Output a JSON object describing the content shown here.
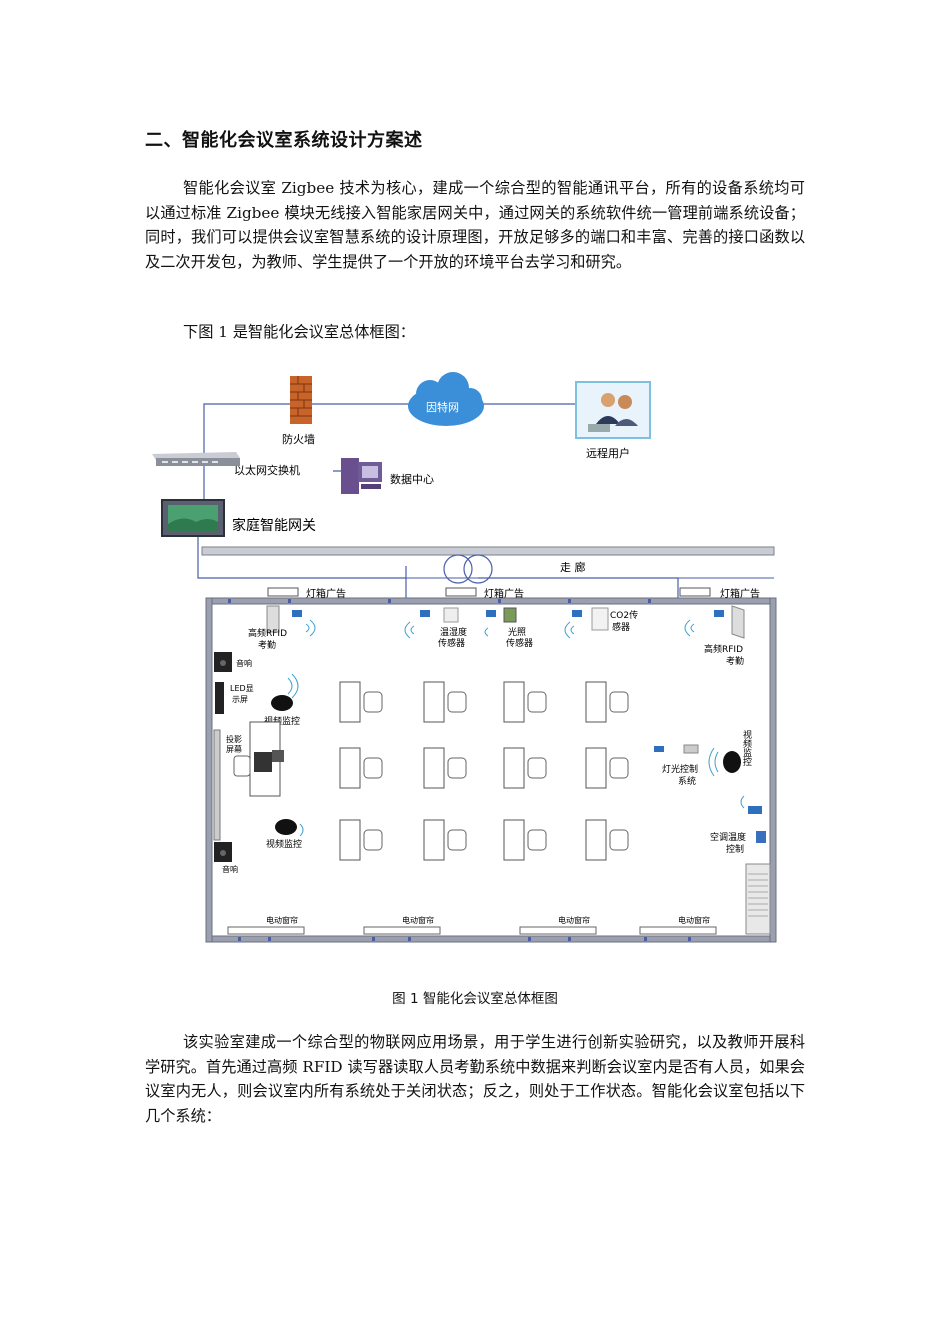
{
  "section": {
    "heading": "二、智能化会议室系统设计方案述"
  },
  "paragraphs": {
    "p1": "智能化会议室 Zigbee 技术为核心，建成一个综合型的智能通讯平台，所有的设备系统均可以通过标准 Zigbee 模块无线接入智能家居网关中，通过网关的系统软件统一管理前端系统设备；同时，我们可以提供会议室智慧系统的设计原理图，开放足够多的端口和丰富、完善的接口函数以及二次开发包，为教师、学生提供了一个开放的环境平台去学习和研究。",
    "p2": "下图 1 是智能化会议室总体框图：",
    "p3": "该实验室建成一个综合型的物联网应用场景，用于学生进行创新实验研究，以及教师开展科学研究。首先通过高频 RFID 读写器读取人员考勤系统中数据来判断会议室内是否有人员，如果会议室内无人，则会议室内所有系统处于关闭状态；反之，则处于工作状态。智能化会议室包括以下几个系统："
  },
  "figure": {
    "caption": "图 1 智能化会议室总体框图",
    "labels": {
      "firewall": "防火墙",
      "internet": "因特网",
      "remote_user": "远程用户",
      "switch": "以太网交换机",
      "data_center": "数据中心",
      "gateway": "家庭智能网关",
      "corridor": "走  廊",
      "lightbox_1": "灯箱广告",
      "lightbox_2": "灯箱广告",
      "lightbox_3": "灯箱广告",
      "rfid_left": "高频RFID",
      "rfid_left_2": "考勤",
      "rfid_right": "高频RFID",
      "rfid_right_2": "考勤",
      "temp_sensor": "温湿度",
      "temp_sensor_2": "传感器",
      "light_sensor": "光照",
      "light_sensor_2": "传感器",
      "co2_sensor": "CO2传",
      "co2_sensor_2": "感器",
      "speaker_top": "音响",
      "speaker_bottom": "音响",
      "led_display": "LED显",
      "led_display_2": "示屏",
      "projector_screen": "投影",
      "projector_screen_2": "屏幕",
      "video_left_top": "视频监控",
      "video_left_bottom": "视频监控",
      "video_right": "视频监控",
      "light_control": "灯光控制",
      "light_control_2": "系统",
      "ac_control": "空调温度",
      "ac_control_2": "控制",
      "curtain_1": "电动窗帘",
      "curtain_2": "电动窗帘",
      "curtain_3": "电动窗帘",
      "curtain_4": "电动窗帘"
    }
  },
  "colors": {
    "network_line": "#4a5ea8",
    "wall": "#9aa0b0",
    "cloud": "#3a8fd8",
    "firewall": "#c8642a"
  }
}
